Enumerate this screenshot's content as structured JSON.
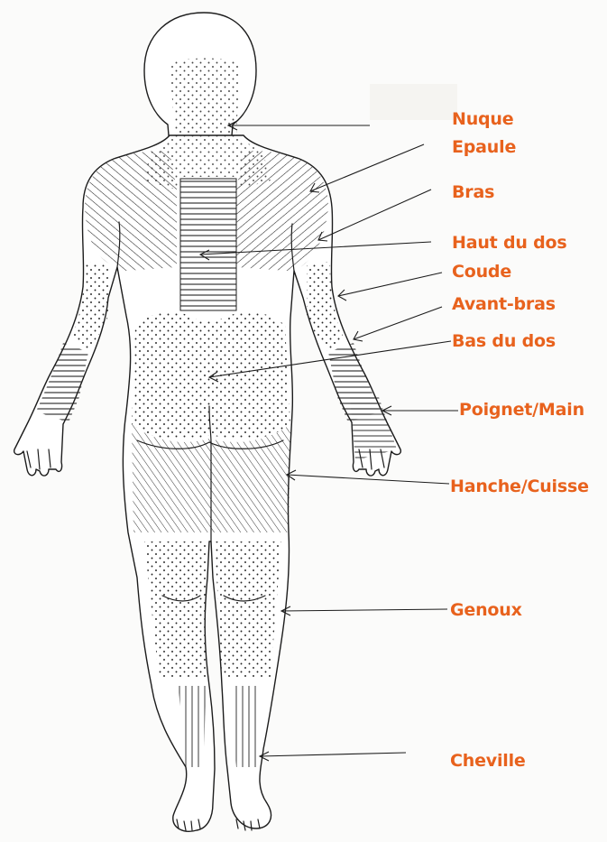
{
  "labels": [
    {
      "id": "nuque",
      "text": "Nuque"
    },
    {
      "id": "epaule",
      "text": "Epaule"
    },
    {
      "id": "bras",
      "text": "Bras"
    },
    {
      "id": "haut-du-dos",
      "text": "Haut du dos"
    },
    {
      "id": "coude",
      "text": "Coude"
    },
    {
      "id": "avant-bras",
      "text": "Avant-bras"
    },
    {
      "id": "bas-du-dos",
      "text": "Bas du dos"
    },
    {
      "id": "poignet-main",
      "text": "Poignet/Main"
    },
    {
      "id": "hanche-cuisse",
      "text": "Hanche/Cuisse"
    },
    {
      "id": "genoux",
      "text": "Genoux"
    },
    {
      "id": "cheville",
      "text": "Cheville"
    }
  ],
  "colors": {
    "label_text": "#e8621d",
    "outline": "#1c1c1c",
    "background": "#fbfbfa"
  },
  "icons": {
    "figure": "human-body-back-view-outline"
  }
}
